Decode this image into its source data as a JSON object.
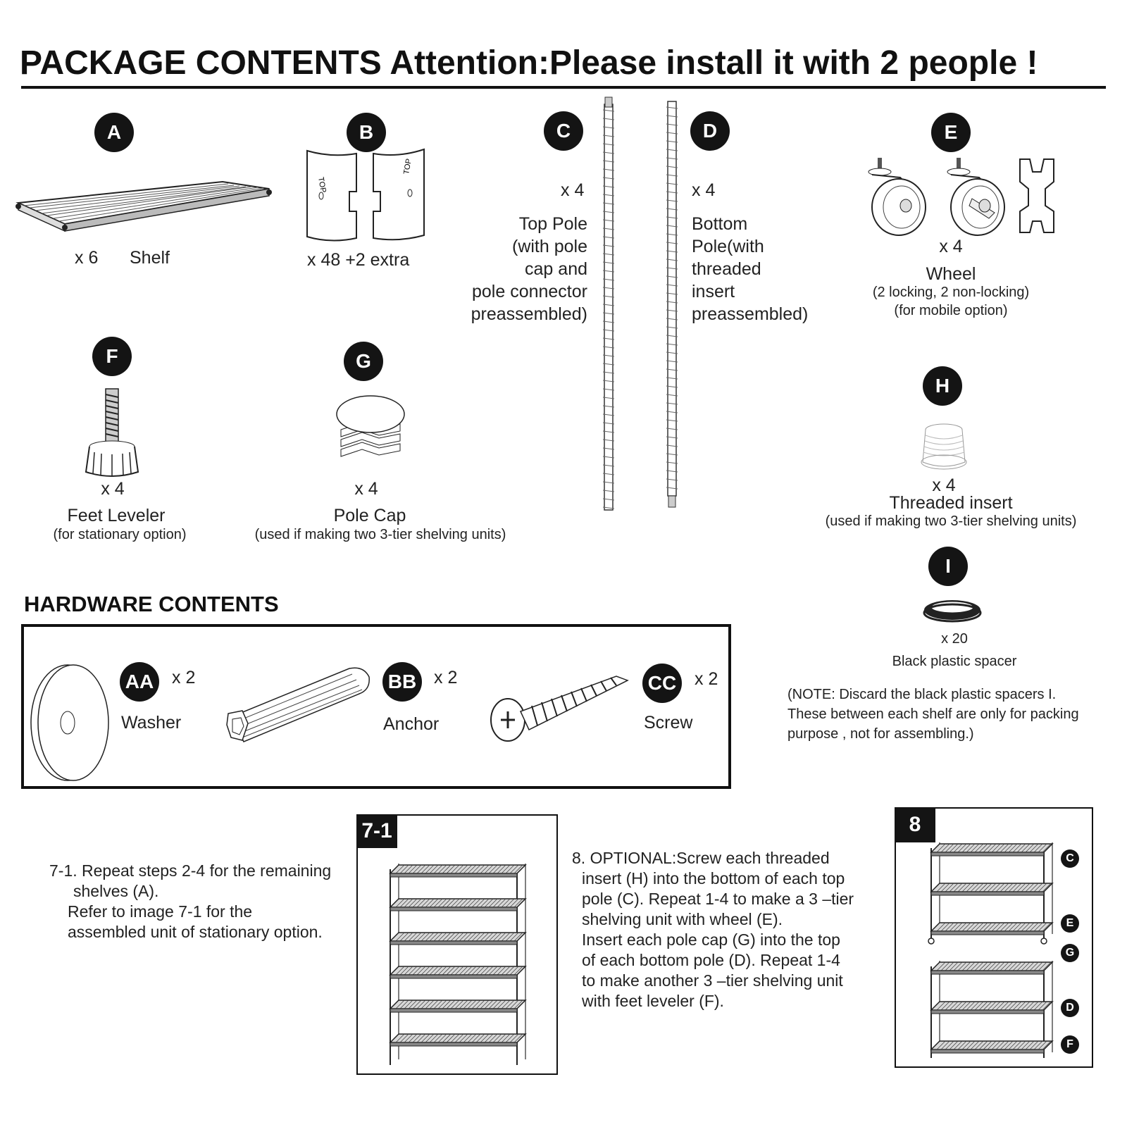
{
  "header": {
    "title": "PACKAGE CONTENTS  Attention:Please install it with 2 people !"
  },
  "parts": {
    "A": {
      "letter": "A",
      "qty": "x 6",
      "name": "Shelf"
    },
    "B": {
      "letter": "B",
      "qty": "x 48 +2 extra",
      "top_label": "TOP"
    },
    "C": {
      "letter": "C",
      "qty": "x 4",
      "lines": [
        "Top Pole",
        "(with pole",
        "cap and",
        "pole connector",
        "preassembled)"
      ]
    },
    "D": {
      "letter": "D",
      "qty": "x 4",
      "lines": [
        "Bottom",
        "Pole(with",
        "threaded",
        "insert",
        "preassembled)"
      ]
    },
    "E": {
      "letter": "E",
      "qty": "x 4",
      "name": "Wheel",
      "note1": "(2 locking, 2 non-locking)",
      "note2": "(for mobile option)"
    },
    "F": {
      "letter": "F",
      "qty": "x 4",
      "name": "Feet Leveler",
      "note": "(for stationary option)"
    },
    "G": {
      "letter": "G",
      "qty": "x 4",
      "name": "Pole Cap",
      "note": "(used if making two 3-tier shelving units)"
    },
    "H": {
      "letter": "H",
      "qty": "x 4",
      "name": "Threaded insert",
      "note": "(used if making two 3-tier shelving units)"
    },
    "I": {
      "letter": "I",
      "qty": "x 20",
      "name": "Black plastic spacer",
      "note": [
        "(NOTE: Discard the black plastic spacers I.",
        "These between each shelf are only for packing",
        "purpose , not for assembling.)"
      ]
    }
  },
  "hardware": {
    "title": "HARDWARE CONTENTS",
    "items": [
      {
        "code": "AA",
        "qty": "x 2",
        "name": "Washer"
      },
      {
        "code": "BB",
        "qty": "x 2",
        "name": "Anchor"
      },
      {
        "code": "CC",
        "qty": "x 2",
        "name": "Screw"
      }
    ]
  },
  "steps": {
    "s71": {
      "label": "7-1",
      "lines": [
        "7-1. Repeat steps 2-4 for the remaining",
        "shelves (A).",
        "Refer to image 7-1 for the",
        "assembled unit of stationary option."
      ]
    },
    "s8": {
      "label": "8",
      "lines": [
        "8. OPTIONAL:Screw each threaded",
        "insert (H) into the bottom of each top",
        "pole (C). Repeat 1-4 to make a 3 –tier",
        "shelving unit with wheel (E).",
        "Insert each pole cap (G) into the top",
        "of each bottom pole (D). Repeat 1-4",
        "to make another 3 –tier shelving unit",
        "with feet leveler (F)."
      ],
      "callouts": [
        "C",
        "E",
        "G",
        "D",
        "F"
      ]
    }
  }
}
